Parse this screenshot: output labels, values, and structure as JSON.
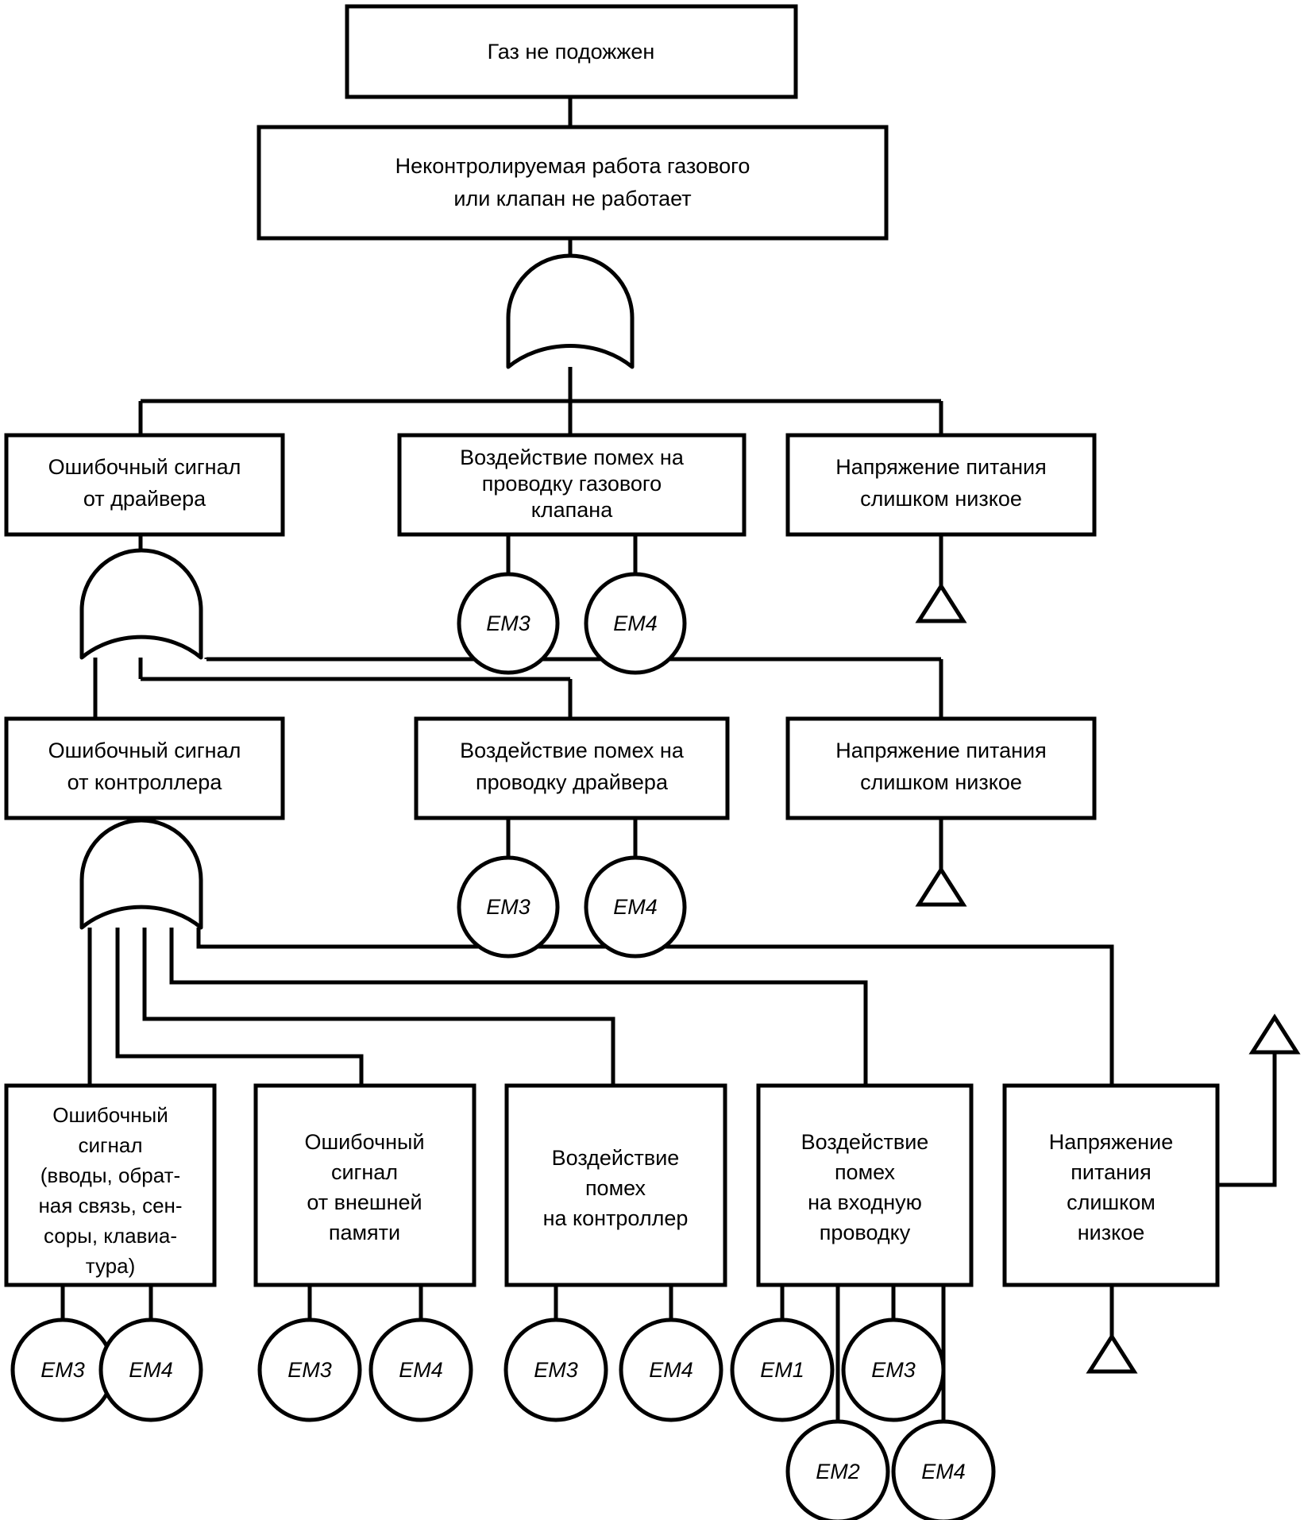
{
  "diagram": {
    "title": "Газ не подожжен",
    "type": "fault-tree",
    "language": "ru",
    "colors": {
      "stroke": "#000000",
      "fill": "#ffffff"
    },
    "levels": [
      {
        "id": "level-0",
        "boxes": [
          {
            "id": "top-event",
            "lines": [
              "Газ не подожжен"
            ]
          }
        ]
      },
      {
        "id": "level-1",
        "boxes": [
          {
            "id": "valve-uncontrolled",
            "lines": [
              "Неконтролируемая работа газового",
              "или клапан не работает"
            ]
          }
        ]
      },
      {
        "id": "level-2",
        "boxes": [
          {
            "id": "driver-error-signal",
            "lines": [
              "Ошибочный сигнал",
              "от драйвера"
            ]
          },
          {
            "id": "valve-wiring-noise",
            "lines": [
              "Воздействие помех на",
              "проводку газового",
              "клапана"
            ]
          },
          {
            "id": "valve-supply-low",
            "lines": [
              "Напряжение питания",
              "слишком низкое"
            ]
          }
        ]
      },
      {
        "id": "level-3",
        "boxes": [
          {
            "id": "controller-error-signal",
            "lines": [
              "Ошибочный сигнал",
              "от контроллера"
            ]
          },
          {
            "id": "driver-wiring-noise",
            "lines": [
              "Воздействие помех на",
              "проводку драйвера"
            ]
          },
          {
            "id": "driver-supply-low",
            "lines": [
              "Напряжение питания",
              "слишком низкое"
            ]
          }
        ]
      },
      {
        "id": "level-4",
        "boxes": [
          {
            "id": "input-error-signal",
            "lines": [
              "Ошибочный",
              "сигнал",
              "(вводы, обрат-",
              "ная связь, сен-",
              "соры, клавиа-",
              "тура)"
            ]
          },
          {
            "id": "external-memory-error",
            "lines": [
              "Ошибочный",
              "сигнал",
              "от внешней",
              "памяти"
            ]
          },
          {
            "id": "controller-noise",
            "lines": [
              "Воздействие",
              "помех",
              "на контроллер"
            ]
          },
          {
            "id": "input-wiring-noise",
            "lines": [
              "Воздействие",
              "помех",
              "на входную",
              "проводку"
            ]
          },
          {
            "id": "controller-supply-low",
            "lines": [
              "Напряжение",
              "питания",
              "слишком",
              "низкое"
            ]
          }
        ]
      }
    ],
    "gates": [
      {
        "id": "gate-top",
        "type": "or-gate",
        "label": ""
      },
      {
        "id": "gate-driver",
        "type": "or-gate",
        "label": ""
      },
      {
        "id": "gate-controller",
        "type": "or-gate",
        "label": ""
      }
    ],
    "basic_events": [
      {
        "id": "be-valve-wiring-em3",
        "label": "EM3",
        "parent": "valve-wiring-noise"
      },
      {
        "id": "be-valve-wiring-em4",
        "label": "EM4",
        "parent": "valve-wiring-noise"
      },
      {
        "id": "be-driver-wiring-em3",
        "label": "EM3",
        "parent": "driver-wiring-noise"
      },
      {
        "id": "be-driver-wiring-em4",
        "label": "EM4",
        "parent": "driver-wiring-noise"
      },
      {
        "id": "be-input-error-em3",
        "label": "EM3",
        "parent": "input-error-signal"
      },
      {
        "id": "be-input-error-em4",
        "label": "EM4",
        "parent": "input-error-signal"
      },
      {
        "id": "be-extmem-em3",
        "label": "EM3",
        "parent": "external-memory-error"
      },
      {
        "id": "be-extmem-em4",
        "label": "EM4",
        "parent": "external-memory-error"
      },
      {
        "id": "be-ctrl-noise-em3",
        "label": "EM3",
        "parent": "controller-noise"
      },
      {
        "id": "be-ctrl-noise-em4",
        "label": "EM4",
        "parent": "controller-noise"
      },
      {
        "id": "be-inwire-em1",
        "label": "EM1",
        "parent": "input-wiring-noise"
      },
      {
        "id": "be-inwire-em3",
        "label": "EM3",
        "parent": "input-wiring-noise"
      },
      {
        "id": "be-inwire-em2",
        "label": "EM2",
        "parent": "input-wiring-noise"
      },
      {
        "id": "be-inwire-em4",
        "label": "EM4",
        "parent": "input-wiring-noise"
      }
    ],
    "transfers": [
      {
        "id": "transfer-valve-supply",
        "symbol": "triangle",
        "parent": "valve-supply-low"
      },
      {
        "id": "transfer-driver-supply",
        "symbol": "triangle",
        "parent": "driver-supply-low"
      },
      {
        "id": "transfer-controller-supply",
        "symbol": "triangle",
        "parent": "controller-supply-low"
      },
      {
        "id": "transfer-in-controller-supply",
        "symbol": "triangle",
        "parent": "controller-supply-low"
      }
    ]
  }
}
